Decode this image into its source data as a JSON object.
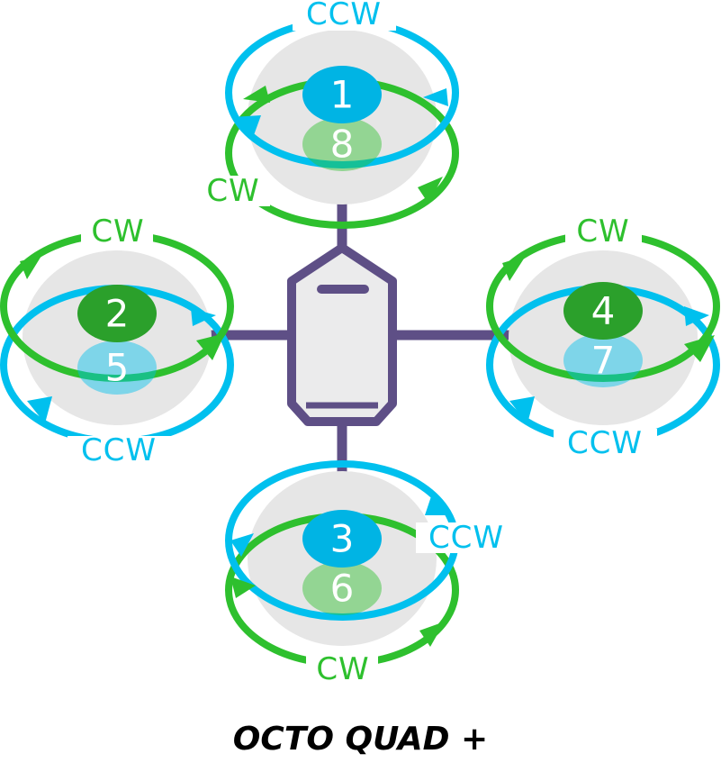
{
  "title": "OCTO QUAD +",
  "colors": {
    "ccw": "#00c0ee",
    "cw": "#2ec02e",
    "frame": "#5e4f86",
    "body_fill": "#ebebec",
    "prop_disk": "#e6e6e6"
  },
  "arms": [
    {
      "id": "front",
      "top_motor": {
        "number": "1",
        "direction": "CCW"
      },
      "bottom_motor": {
        "number": "8",
        "direction": "CW"
      },
      "labels": {
        "ccw": "CCW",
        "cw": "CW"
      }
    },
    {
      "id": "left",
      "top_motor": {
        "number": "2",
        "direction": "CW"
      },
      "bottom_motor": {
        "number": "5",
        "direction": "CCW"
      },
      "labels": {
        "cw": "CW",
        "ccw": "CCW"
      }
    },
    {
      "id": "rear",
      "top_motor": {
        "number": "3",
        "direction": "CCW"
      },
      "bottom_motor": {
        "number": "6",
        "direction": "CW"
      },
      "labels": {
        "ccw": "CCW",
        "cw": "CW"
      }
    },
    {
      "id": "right",
      "top_motor": {
        "number": "4",
        "direction": "CW"
      },
      "bottom_motor": {
        "number": "7",
        "direction": "CCW"
      },
      "labels": {
        "cw": "CW",
        "ccw": "CCW"
      }
    }
  ]
}
